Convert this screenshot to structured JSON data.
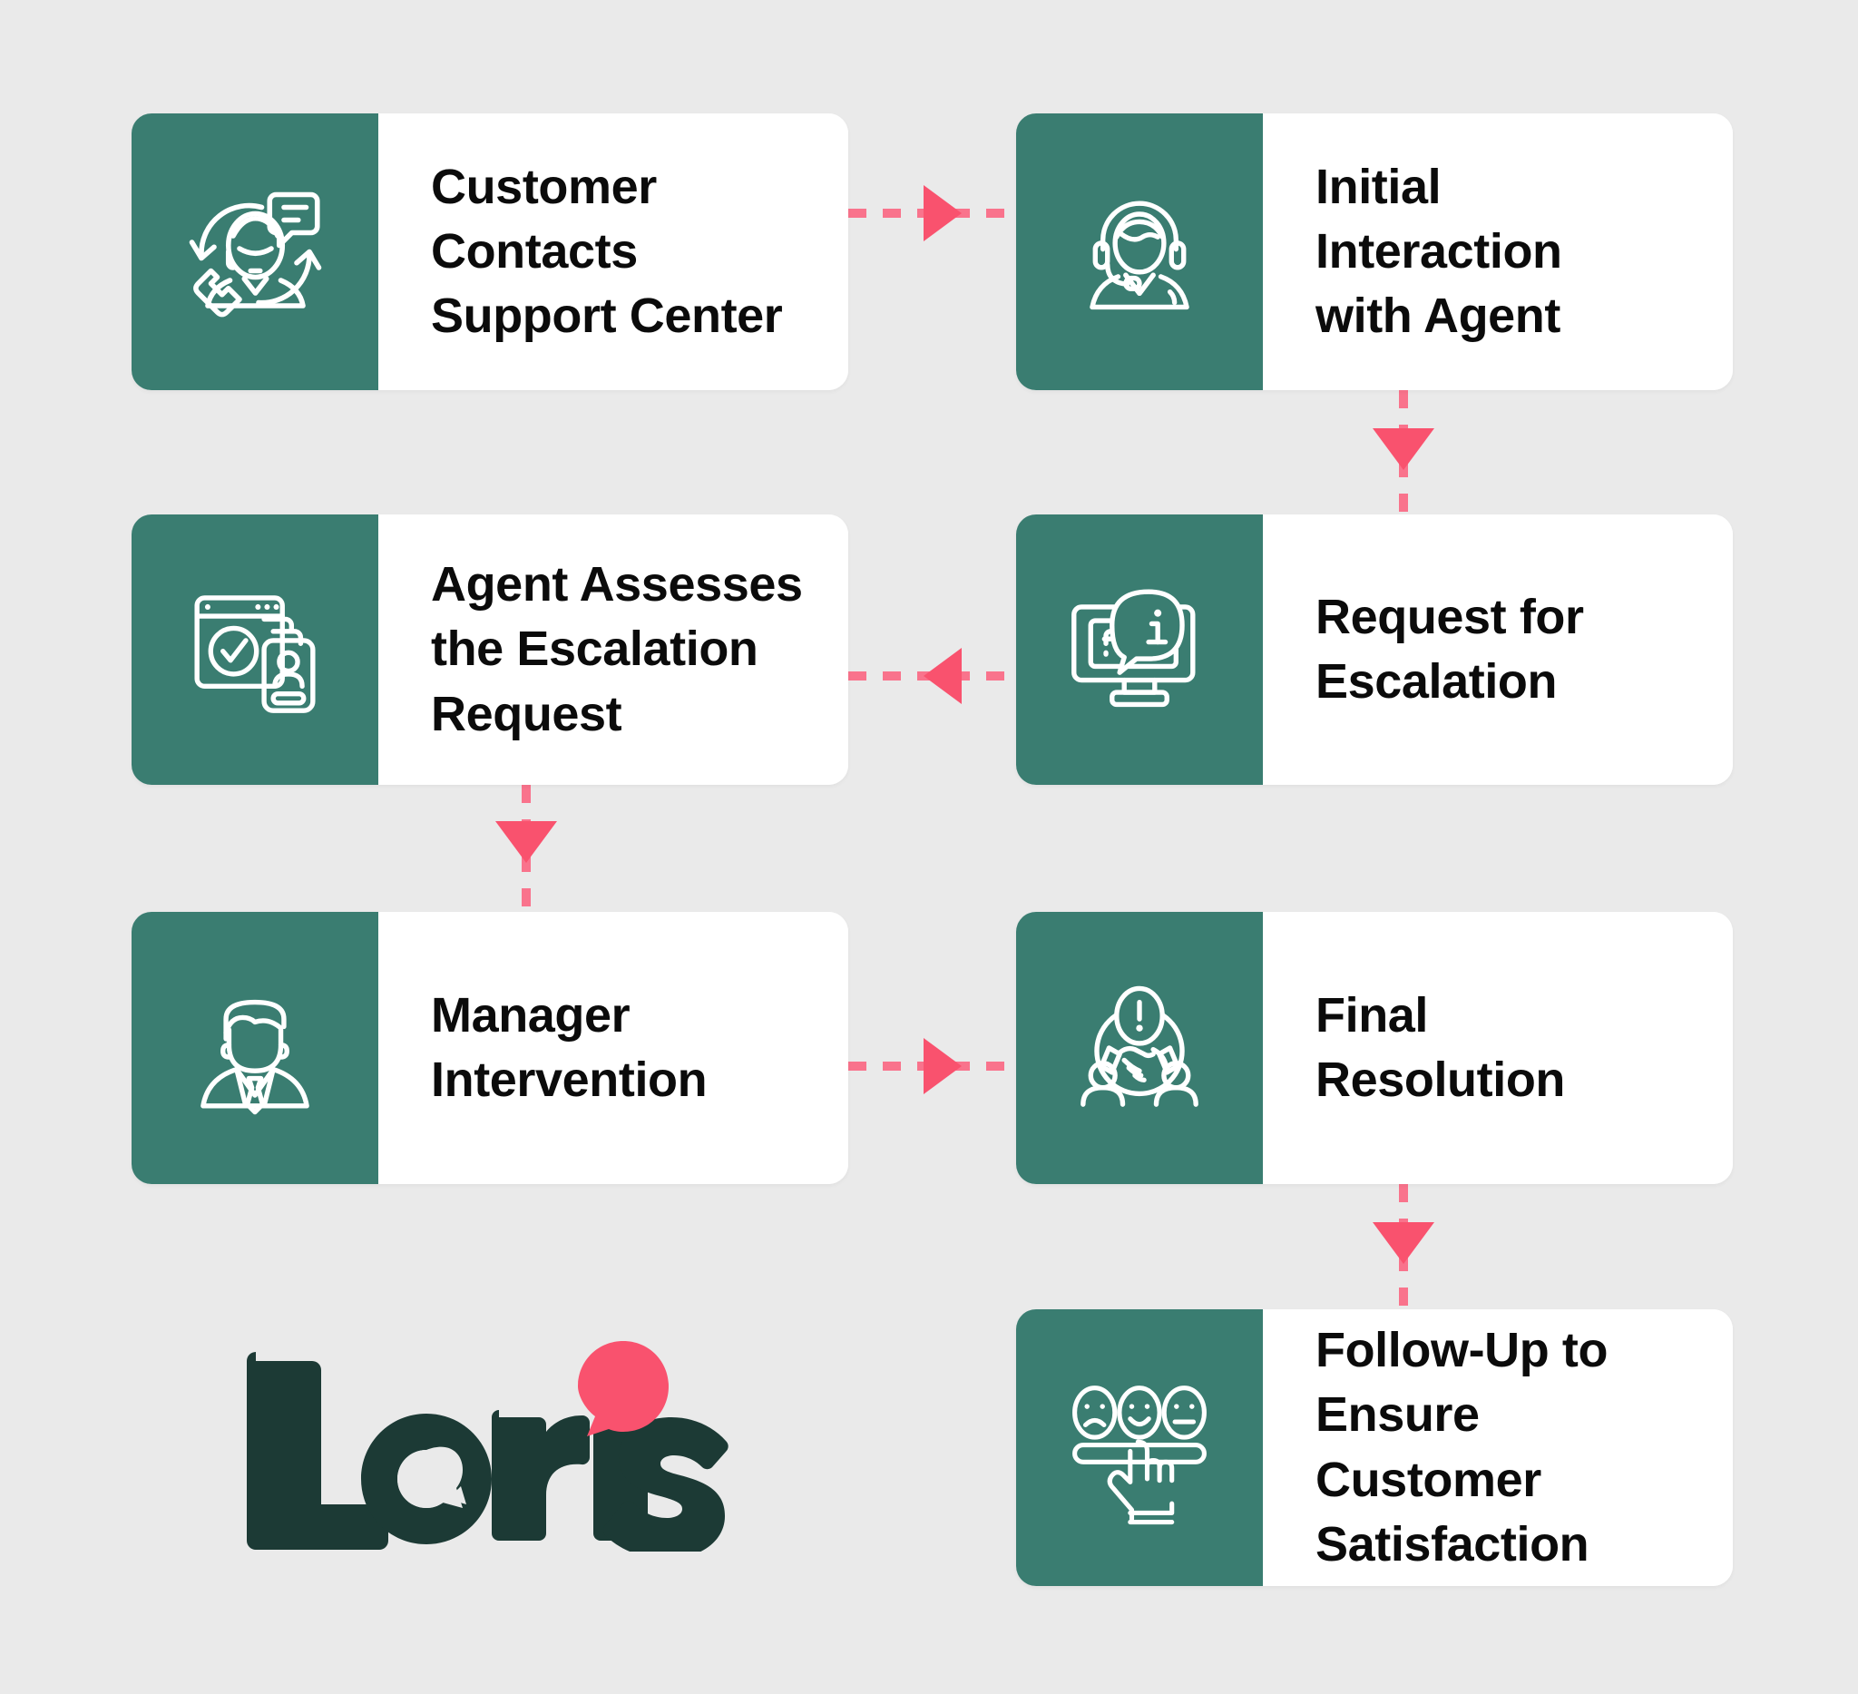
{
  "meta": {
    "background_color": "#eaeaea",
    "accent_teal": "#3a7d71",
    "accent_pink": "#f9526e",
    "logo_dark": "#1c3a35"
  },
  "flow": {
    "steps": [
      {
        "id": "customer-contacts-support-center",
        "label": "Customer\nContacts\nSupport Center",
        "icon": "customer-support-headset-phone-icon"
      },
      {
        "id": "initial-interaction-with-agent",
        "label": "Initial\nInteraction\nwith Agent",
        "icon": "agent-headset-icon"
      },
      {
        "id": "request-for-escalation",
        "label": "Request for\nEscalation",
        "icon": "monitor-info-bubble-icon"
      },
      {
        "id": "agent-assesses-the-escalation-request",
        "label": "Agent Assesses\nthe Escalation\nRequest",
        "icon": "window-checkmark-profile-icon"
      },
      {
        "id": "manager-intervention",
        "label": "Manager\nIntervention",
        "icon": "manager-suit-icon"
      },
      {
        "id": "final-resolution",
        "label": "Final\nResolution",
        "icon": "handshake-alert-icon"
      },
      {
        "id": "follow-up-to-ensure-customer-satisfaction",
        "label": "Follow-Up to\nEnsure Customer\nSatisfaction",
        "icon": "satisfaction-rating-faces-icon"
      }
    ],
    "connectors": [
      {
        "id": "connector-step1-to-step2",
        "direction": "right"
      },
      {
        "id": "connector-step2-to-step3",
        "direction": "down"
      },
      {
        "id": "connector-step3-to-step4",
        "direction": "left"
      },
      {
        "id": "connector-step4-to-step5",
        "direction": "down"
      },
      {
        "id": "connector-step5-to-step6",
        "direction": "right"
      },
      {
        "id": "connector-step6-to-step7",
        "direction": "down"
      }
    ]
  },
  "logo": {
    "name": "Loris",
    "wordmark": "Loris",
    "dot_color": "#f9526e",
    "text_color": "#1c3a35"
  }
}
